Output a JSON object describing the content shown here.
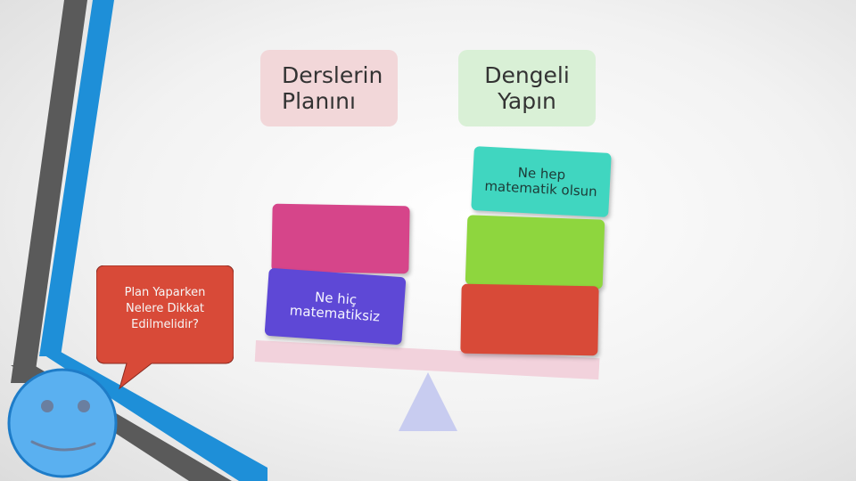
{
  "titles": {
    "left": [
      "Derslerin",
      "Planını"
    ],
    "right": [
      "Dengeli",
      "Yapın"
    ]
  },
  "blocks": {
    "teal": [
      "Ne hep",
      "matematik olsun"
    ],
    "purple": [
      "Ne hiç",
      "matematiksiz"
    ]
  },
  "bubble": {
    "lines": [
      "Plan Yaparken",
      "Nelere Dikkat",
      "Edilmelidir?"
    ]
  },
  "colors": {
    "stripe_dark": "#5a5a5a",
    "stripe_blue": "#1e8fd8",
    "teal": "#40d6c0",
    "pink": "#d6458a",
    "green": "#8ed63e",
    "purple": "#5e48d6",
    "red": "#d84a38",
    "plank": "#f2d2dc",
    "fulcrum": "#c8ccf0",
    "bubble": "#d84a38",
    "smiley": "#5ab0f0"
  },
  "icons": {
    "smiley": "smiley-face-icon",
    "speech": "speech-bubble-icon",
    "fulcrum": "triangle-fulcrum-icon"
  }
}
